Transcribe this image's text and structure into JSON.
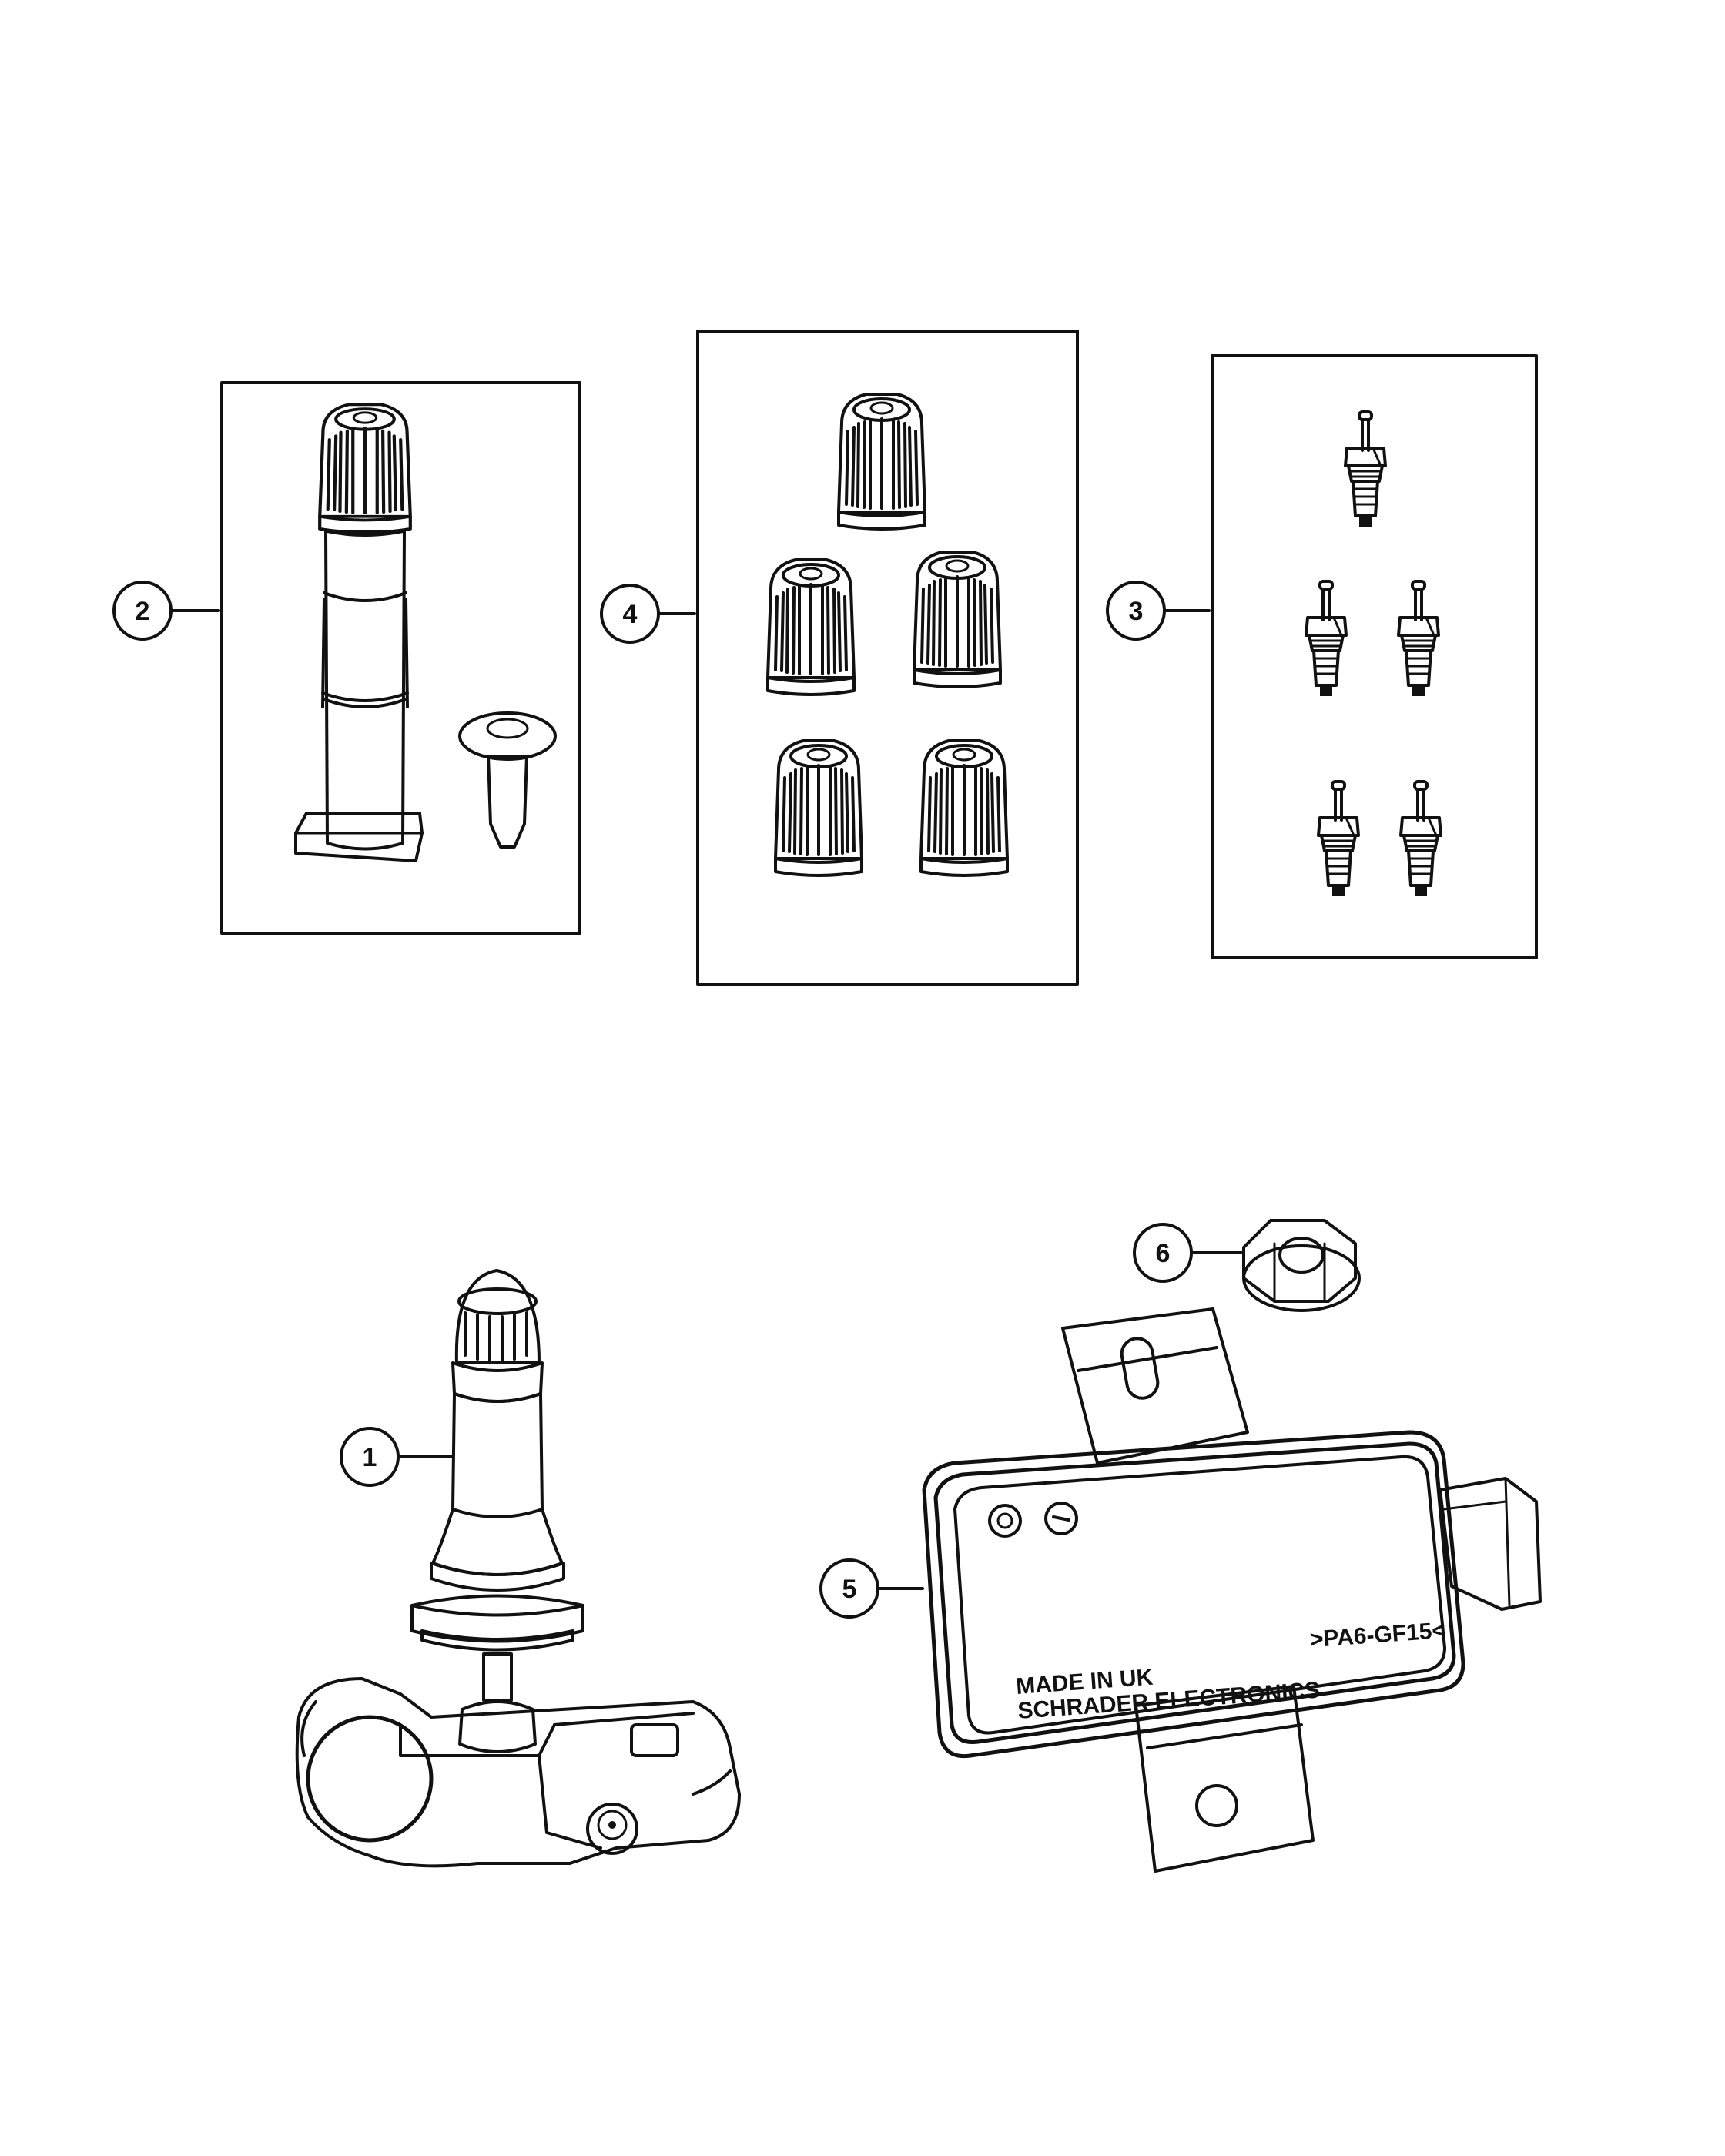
{
  "callouts": {
    "c1": "1",
    "c2": "2",
    "c3": "3",
    "c4": "4",
    "c5": "5",
    "c6": "6"
  },
  "module_label": {
    "line1": "MADE IN UK",
    "line2": "SCHRADER ELECTRONICS",
    "material": ">PA6-GF15<"
  }
}
